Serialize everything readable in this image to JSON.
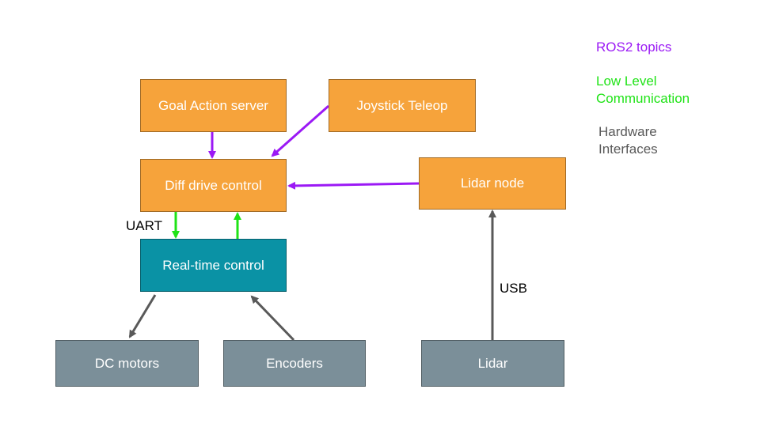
{
  "nodes": {
    "goal_action_server": "Goal Action server",
    "joystick_teleop": "Joystick Teleop",
    "diff_drive_control": "Diff drive control",
    "lidar_node": "Lidar node",
    "realtime_control": "Real-time control",
    "dc_motors": "DC motors",
    "encoders": "Encoders",
    "lidar": "Lidar"
  },
  "edge_labels": {
    "uart": "UART",
    "usb": "USB"
  },
  "legend": {
    "ros2": {
      "text": "ROS2 topics",
      "color": "#9b19f5"
    },
    "low_level": {
      "line1": "Low Level",
      "line2": "Communication",
      "color": "#1fe316"
    },
    "hardware": {
      "line1": "Hardware",
      "line2": "Interfaces",
      "color": "#595959"
    }
  },
  "colors": {
    "node_orange": "#f6a33b",
    "node_teal": "#0a92a5",
    "node_gray": "#7b8f99",
    "edge_ros2": "#9b19f5",
    "edge_low_level": "#1fe316",
    "edge_hardware": "#595959"
  }
}
